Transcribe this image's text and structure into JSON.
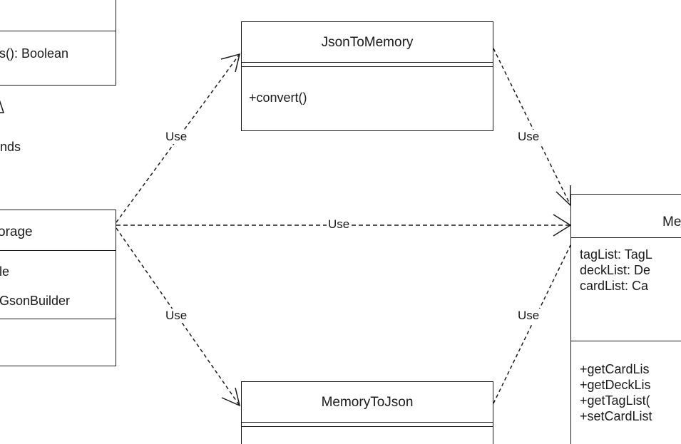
{
  "classes": {
    "topleft": {
      "method": "s(): Boolean"
    },
    "storage": {
      "name": "orage",
      "attr1": "le",
      "attr2": "GsonBuilder"
    },
    "jsontomemory": {
      "name": "JsonToMemory",
      "method": "+convert()"
    },
    "memorytojson": {
      "name": "MemoryToJson"
    },
    "memory": {
      "name": "Me",
      "attrs": [
        "tagList: TagL",
        "deckList: De",
        "cardList: Ca"
      ],
      "methods": [
        "+getCardLis",
        "+getDeckLis",
        "+getTagList(",
        "+setCardList"
      ]
    }
  },
  "extends_label": "nds",
  "edges": {
    "storage_to_jsontomemory": "Use",
    "jsontomemory_to_memory": "Use",
    "storage_to_memory": "Use",
    "storage_to_memorytojson": "Use",
    "memorytojson_to_memory": "Use"
  }
}
